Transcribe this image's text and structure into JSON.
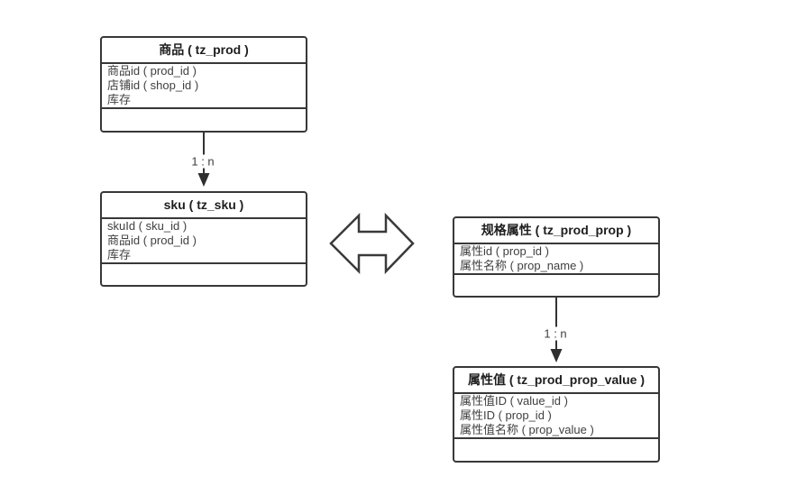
{
  "diagram": {
    "entities": [
      {
        "id": "prod",
        "title": "商品 ( tz_prod )",
        "fields": [
          "商品id ( prod_id )",
          "店铺id ( shop_id )",
          "库存"
        ]
      },
      {
        "id": "sku",
        "title": "sku ( tz_sku )",
        "fields": [
          "skuId ( sku_id )",
          "商品id ( prod_id )",
          "库存"
        ]
      },
      {
        "id": "prod_prop",
        "title": "规格属性 ( tz_prod_prop )",
        "fields": [
          "属性id ( prop_id )",
          "属性名称 ( prop_name )"
        ]
      },
      {
        "id": "prod_prop_value",
        "title": "属性值 ( tz_prod_prop_value )",
        "fields": [
          "属性值ID ( value_id )",
          "属性ID ( prop_id )",
          "属性值名称 ( prop_value )"
        ]
      }
    ],
    "relations": [
      {
        "from": "prod",
        "to": "sku",
        "label": "1 : n",
        "type": "one-to-many"
      },
      {
        "from": "prod_prop",
        "to": "prod_prop_value",
        "label": "1 : n",
        "type": "one-to-many"
      },
      {
        "from": "sku",
        "to": "prod_prop",
        "type": "bidirectional",
        "label": ""
      }
    ],
    "colors": {
      "background": "#ffffff",
      "border": "#383838",
      "title_text": "#1e1e1e",
      "field_text": "#404040",
      "connector": "#333333"
    }
  }
}
